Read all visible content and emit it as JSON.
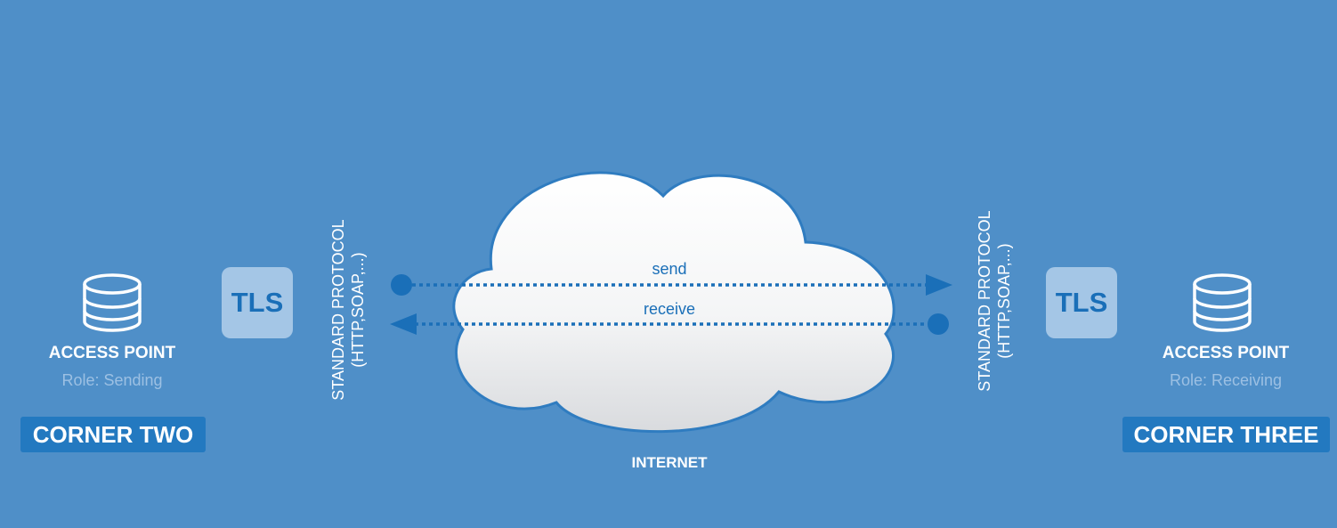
{
  "left": {
    "access_point_title": "ACCESS POINT",
    "role": "Role: Sending",
    "corner_label": "CORNER TWO",
    "tls_label": "TLS",
    "protocol_line1": "STANDARD PROTOCOL",
    "protocol_line2": "(HTTP,SOAP,...)"
  },
  "right": {
    "access_point_title": "ACCESS POINT",
    "role": "Role: Receiving",
    "corner_label": "CORNER THREE",
    "tls_label": "TLS",
    "protocol_line1": "STANDARD PROTOCOL",
    "protocol_line2": "(HTTP,SOAP,...)"
  },
  "center": {
    "send_label": "send",
    "receive_label": "receive",
    "internet_label": "INTERNET"
  },
  "colors": {
    "background": "#4f8fc8",
    "accent": "#1a6fb8",
    "badge": "#2379c0",
    "tls_box": "#a4c6e6",
    "role_text": "#9cc0e3"
  },
  "icons": {
    "database": "database-icon",
    "cloud": "cloud-icon",
    "arrow_right": "arrow-right-icon",
    "arrow_left": "arrow-left-icon"
  }
}
